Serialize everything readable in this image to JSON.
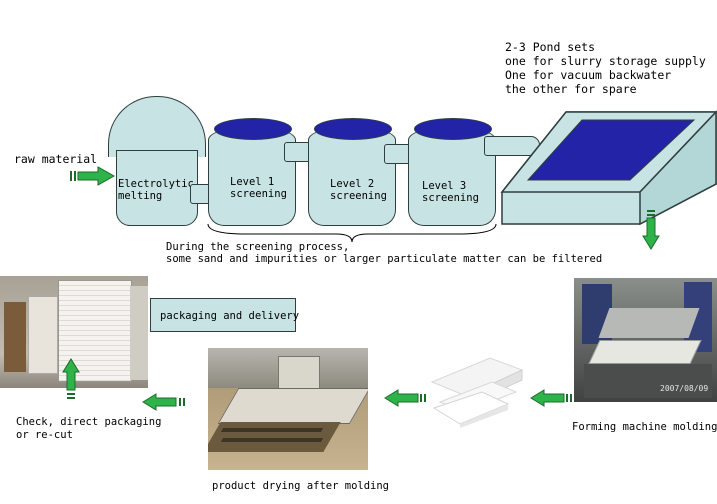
{
  "pond_note": [
    "2-3 Pond sets",
    "one for slurry storage supply",
    "One for vacuum backwater",
    "the other for spare"
  ],
  "labels": {
    "raw_material": "raw material",
    "melting": [
      "Electrolytic",
      "melting"
    ],
    "level1": [
      "Level 1",
      "screening"
    ],
    "level2": [
      "Level 2",
      "screening"
    ],
    "level3": [
      "Level 3",
      "screening"
    ],
    "screening_note": [
      "During the screening process,",
      "some sand and impurities or larger particulate matter can be filtered"
    ],
    "packaging": "packaging and delivery",
    "check": [
      "Check, direct packaging",
      "or re-cut"
    ],
    "drying": "product drying after molding",
    "forming": "Forming machine molding"
  },
  "photo_stamp": "2007/08/09",
  "colors": {
    "tank_fill": "#c7e3e3",
    "tank_liquid": "#2323a8",
    "arrow_green": "#2db34a",
    "arrow_dark": "#1d6b2a"
  }
}
